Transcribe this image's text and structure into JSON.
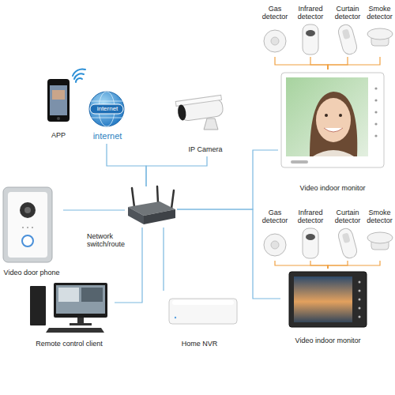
{
  "diagram": {
    "nodes": [
      {
        "text": [
          "Gas detector"
        ]
      },
      {
        "text": [
          "Infrared detector"
        ]
      },
      {
        "text": [
          "Curtain detector"
        ]
      },
      {
        "text": [
          "Smoke detector"
        ]
      },
      {
        "text": [
          "APP"
        ]
      },
      {
        "text": [
          "internet",
          "internet"
        ]
      },
      {
        "text": [
          "IP Camera"
        ]
      },
      {
        "text": [
          "Video indoor monitor"
        ]
      },
      {
        "text": [
          "Video door phone"
        ]
      },
      {
        "text": [
          "Network switch/route"
        ]
      },
      {
        "text": [
          "Gas detector"
        ]
      },
      {
        "text": [
          "Infrared detector"
        ]
      },
      {
        "text": [
          "Curtain detector"
        ]
      },
      {
        "text": [
          "Smoke detector"
        ]
      },
      {
        "text": [
          "Video indoor monitor"
        ]
      },
      {
        "text": [
          "Remote control client"
        ]
      },
      {
        "text": [
          "Home NVR"
        ]
      }
    ],
    "edges": [
      {
        "from": 0,
        "to": 7,
        "arrow": "none"
      },
      {
        "from": 1,
        "to": 7,
        "arrow": "none"
      },
      {
        "from": 2,
        "to": 7,
        "arrow": "none"
      },
      {
        "from": 3,
        "to": 7,
        "arrow": "none"
      },
      {
        "from": 9,
        "to": 5,
        "arrow": "none"
      },
      {
        "from": 9,
        "to": 6,
        "arrow": "none"
      },
      {
        "from": 8,
        "to": 9,
        "arrow": "none"
      },
      {
        "from": 9,
        "to": 7,
        "arrow": "none"
      },
      {
        "from": 9,
        "to": 14,
        "arrow": "none"
      },
      {
        "from": 9,
        "to": 15,
        "arrow": "none"
      },
      {
        "from": 9,
        "to": 16,
        "arrow": "none"
      },
      {
        "from": 10,
        "to": 14,
        "arrow": "none"
      },
      {
        "from": 11,
        "to": 14,
        "arrow": "none"
      },
      {
        "from": 12,
        "to": 14,
        "arrow": "none"
      },
      {
        "from": 13,
        "to": 14,
        "arrow": "none"
      }
    ]
  }
}
